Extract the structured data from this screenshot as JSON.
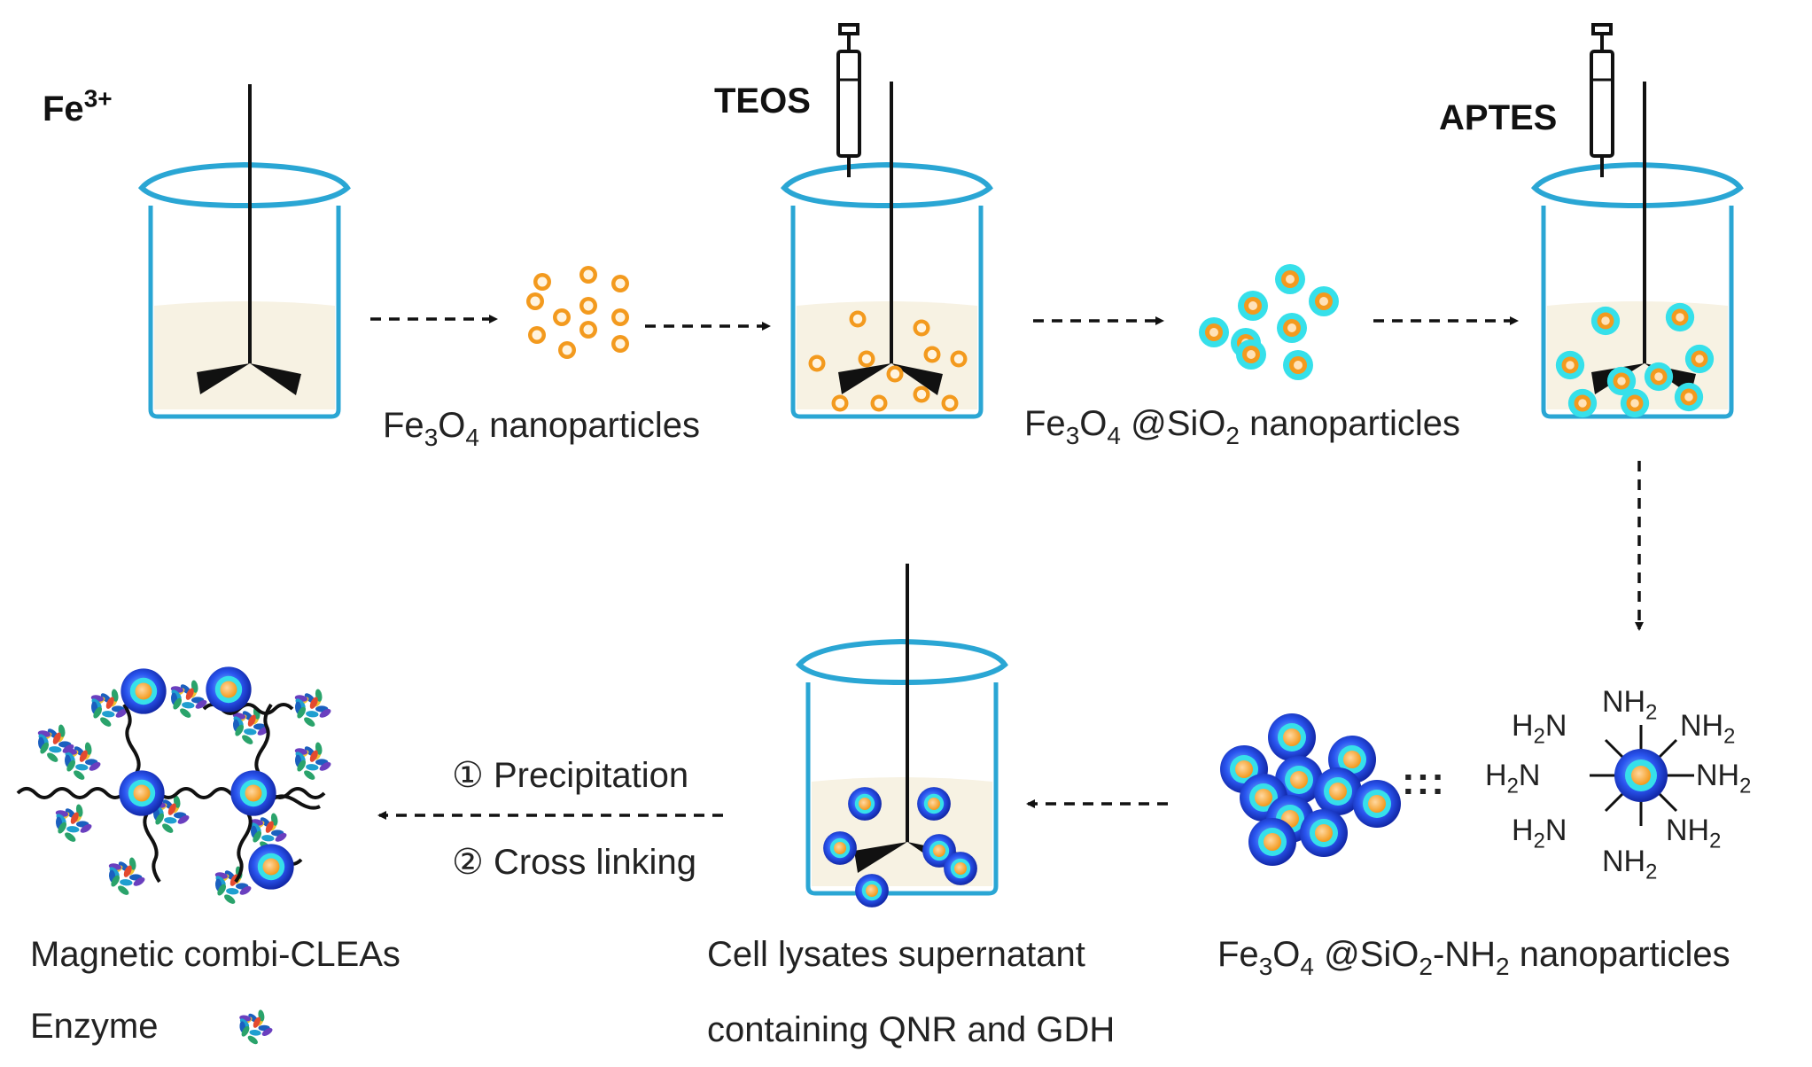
{
  "reagents": {
    "fe_ion": {
      "base": "Fe",
      "sup": "3+"
    },
    "teos": "TEOS",
    "aptes": "APTES"
  },
  "labels": {
    "fe3o4": {
      "p1": "Fe",
      "s1": "3",
      "p2": "O",
      "s2": "4",
      "p3": " nanoparticles"
    },
    "fe3o4_sio2": {
      "p1": "Fe",
      "s1": "3",
      "p2": "O",
      "s2": "4",
      "p3": " @SiO",
      "s3": "2",
      "p4": " nanoparticles"
    },
    "fe3o4_sio2_nh2": {
      "p1": "Fe",
      "s1": "3",
      "p2": "O",
      "s2": "4",
      "p3": " @SiO",
      "s3": "2",
      "p4": "-NH",
      "s4": "2",
      "p5": "  nanoparticles"
    },
    "cell_lysates_1": "Cell lysates supernatant",
    "cell_lysates_2": "containing QNR and GDH",
    "combi_cleas": "Magnetic combi-CLEAs",
    "enzyme": "Enzyme",
    "step1": "① Precipitation",
    "step2": "② Cross linking",
    "equivalence": ":::"
  },
  "amine_groups": {
    "top": {
      "base": "NH",
      "sub": "2"
    },
    "upper_left": {
      "base": "H",
      "sub": "2",
      "tail": "N"
    },
    "upper_right": {
      "base": "NH",
      "sub": "2"
    },
    "left": {
      "base": "H",
      "sub": "2",
      "tail": "N"
    },
    "right": {
      "base": "NH",
      "sub": "2"
    },
    "lower_left": {
      "base": "H",
      "sub": "2",
      "tail": "N"
    },
    "lower_right": {
      "base": "NH",
      "sub": "2"
    },
    "bottom": {
      "base": "NH",
      "sub": "2"
    }
  },
  "colors": {
    "beaker_rim": "#2aa6d4",
    "liquid": "#f7f2e3",
    "core_orange": "#f39a1e",
    "core_light": "#ffd8a0",
    "shell_cyan": "#36e0ea",
    "shell_blue": "#1c40e0"
  }
}
